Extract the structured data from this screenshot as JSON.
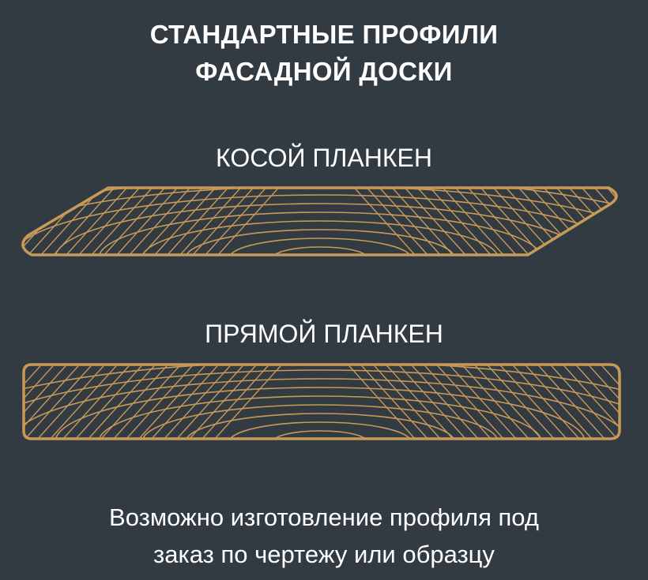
{
  "title": {
    "line1": "СТАНДАРТНЫЕ ПРОФИЛИ",
    "line2": "ФАСАДНОЙ ДОСКИ"
  },
  "profiles": [
    {
      "label": "КОСОЙ ПЛАНКЕН"
    },
    {
      "label": "ПРЯМОЙ ПЛАНКЕН"
    }
  ],
  "footer": {
    "line1": "Возможно изготовление профиля под",
    "line2": "заказ по чертежу или образцу"
  },
  "colors": {
    "background": "#323a42",
    "accent": "#c89a5a",
    "text": "#ffffff"
  }
}
